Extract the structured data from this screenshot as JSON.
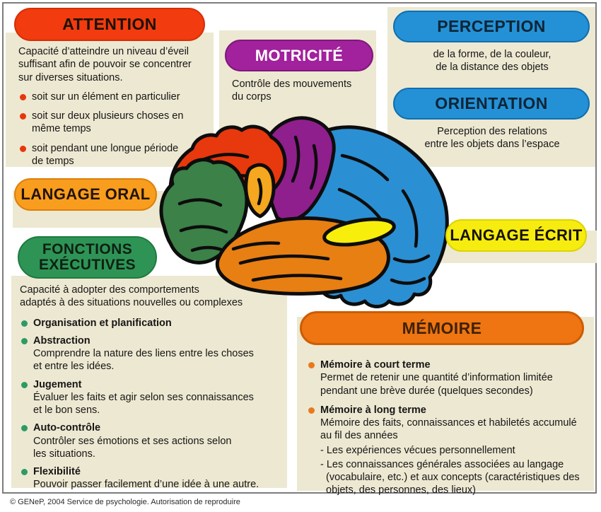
{
  "palette": {
    "cream": "#EDE8D1",
    "attention": "#F23B0E",
    "attention-border": "#D42F07",
    "motricite": "#A2219D",
    "motricite-border": "#7E187B",
    "percep": "#2491D6",
    "percep-border": "#0F6FB0",
    "oral": "#F89D1E",
    "oral-border": "#DB800C",
    "exec": "#2E9455",
    "exec-border": "#1E7A3F",
    "ecrit": "#F6EC0F",
    "ecrit-border": "#DCD303",
    "memoire": "#EE7511",
    "memoire-border": "#CE5C04",
    "dot-red": "#E8360C",
    "dot-green": "#2D9B63",
    "dot-orange": "#E87A1D",
    "brain-red": "#E8380D",
    "brain-purple": "#8F1F8C",
    "brain-blue": "#2B8FD3",
    "brain-green": "#3C8148",
    "brain-orange-small": "#F4A71F",
    "brain-temporal": "#E87F12",
    "brain-yellow": "#F8EE0C",
    "brain-outline": "#0D0D0D"
  },
  "attention": {
    "title": "ATTENTION",
    "intro": "Capacité d’atteindre un niveau d’éveil\nsuffisant afin de pouvoir se concentrer\nsur diverses situations.",
    "bullets": [
      "soit sur un élément en particulier",
      "soit sur deux plusieurs choses en\nmême temps",
      "soit pendant une longue période\nde temps"
    ]
  },
  "motricite": {
    "title": "MOTRICITÉ",
    "body": "Contrôle des mouvements\ndu corps"
  },
  "perception": {
    "title": "PERCEPTION",
    "body": "de la forme, de la couleur,\nde la distance des objets"
  },
  "orientation": {
    "title": "ORIENTATION",
    "body": "Perception des relations\nentre les objets dans l’espace"
  },
  "langage_oral": {
    "title": "LANGAGE ORAL"
  },
  "fonctions_executives": {
    "title1": "FONCTIONS",
    "title2": "EXÉCUTIVES",
    "intro": "Capacité à adopter des comportements\nadaptés à des situations nouvelles ou complexes",
    "items": [
      {
        "title": "Organisation et planification",
        "desc": ""
      },
      {
        "title": "Abstraction",
        "desc": "Comprendre la nature des liens entre les choses\net entre les idées."
      },
      {
        "title": "Jugement",
        "desc": "Évaluer les faits et agir selon ses connaissances\net le bon sens."
      },
      {
        "title": "Auto-contrôle",
        "desc": "Contrôler ses émotions et ses actions selon\nles situations."
      },
      {
        "title": "Flexibilité",
        "desc": "Pouvoir passer facilement d’une idée à une autre."
      }
    ]
  },
  "langage_ecrit": {
    "title": "LANGAGE ÉCRIT"
  },
  "memoire": {
    "title": "MÉMOIRE",
    "items": [
      {
        "title": "Mémoire à court terme",
        "desc": "Permet de retenir une quantité d’information limitée\npendant une brève durée (quelques secondes)",
        "sub": []
      },
      {
        "title": "Mémoire à long terme",
        "desc": "Mémoire des faits, connaissances et habiletés accumulé\nau fil des années",
        "sub": [
          "- Les expériences vécues personnellement",
          "- Les connaissances générales associées au langage\n(vocabulaire, etc.) et aux concepts (caractéristiques des\nobjets, des personnes, des lieux)"
        ]
      }
    ]
  },
  "brain": {
    "regions": [
      {
        "name": "frontal-superior",
        "color": "brain-red"
      },
      {
        "name": "motor-central",
        "color": "brain-purple"
      },
      {
        "name": "parietal-occipital",
        "color": "brain-blue"
      },
      {
        "name": "prefrontal",
        "color": "brain-green"
      },
      {
        "name": "premotor-patch",
        "color": "brain-orange-small"
      },
      {
        "name": "temporal",
        "color": "brain-temporal"
      },
      {
        "name": "language-area",
        "color": "brain-yellow"
      }
    ]
  },
  "footer": "© GENeP, 2004 Service de psychologie. Autorisation de reproduire"
}
